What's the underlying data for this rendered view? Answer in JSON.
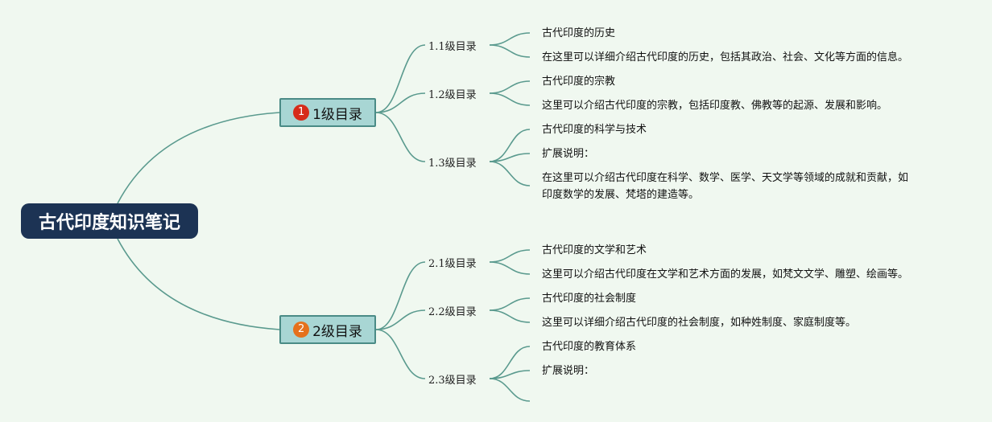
{
  "root": {
    "title": "古代印度知识笔记"
  },
  "badge_colors": {
    "b1": "#d62c1a",
    "b2": "#e5711c"
  },
  "line_color": "#5a9a8e",
  "branches": [
    {
      "badge": "1",
      "label": "1级目录",
      "children": [
        {
          "label": "1.1级目录",
          "leaves": [
            "古代印度的历史",
            "在这里可以详细介绍古代印度的历史，包括其政治、社会、文化等方面的信息。"
          ]
        },
        {
          "label": "1.2级目录",
          "leaves": [
            "古代印度的宗教",
            "这里可以介绍古代印度的宗教，包括印度教、佛教等的起源、发展和影响。"
          ]
        },
        {
          "label": "1.3级目录",
          "leaves": [
            "古代印度的科学与技术",
            "扩展说明：",
            "在这里可以介绍古代印度在科学、数学、医学、天文学等领域的成就和贡献，如",
            "印度数学的发展、梵塔的建造等。"
          ]
        }
      ]
    },
    {
      "badge": "2",
      "label": "2级目录",
      "children": [
        {
          "label": "2.1级目录",
          "leaves": [
            "古代印度的文学和艺术",
            "这里可以介绍古代印度在文学和艺术方面的发展，如梵文文学、雕塑、绘画等。"
          ]
        },
        {
          "label": "2.2级目录",
          "leaves": [
            "古代印度的社会制度",
            "这里可以详细介绍古代印度的社会制度，如种姓制度、家庭制度等。"
          ]
        },
        {
          "label": "2.3级目录",
          "leaves": [
            "古代印度的教育体系",
            "扩展说明：",
            ""
          ]
        }
      ]
    }
  ]
}
